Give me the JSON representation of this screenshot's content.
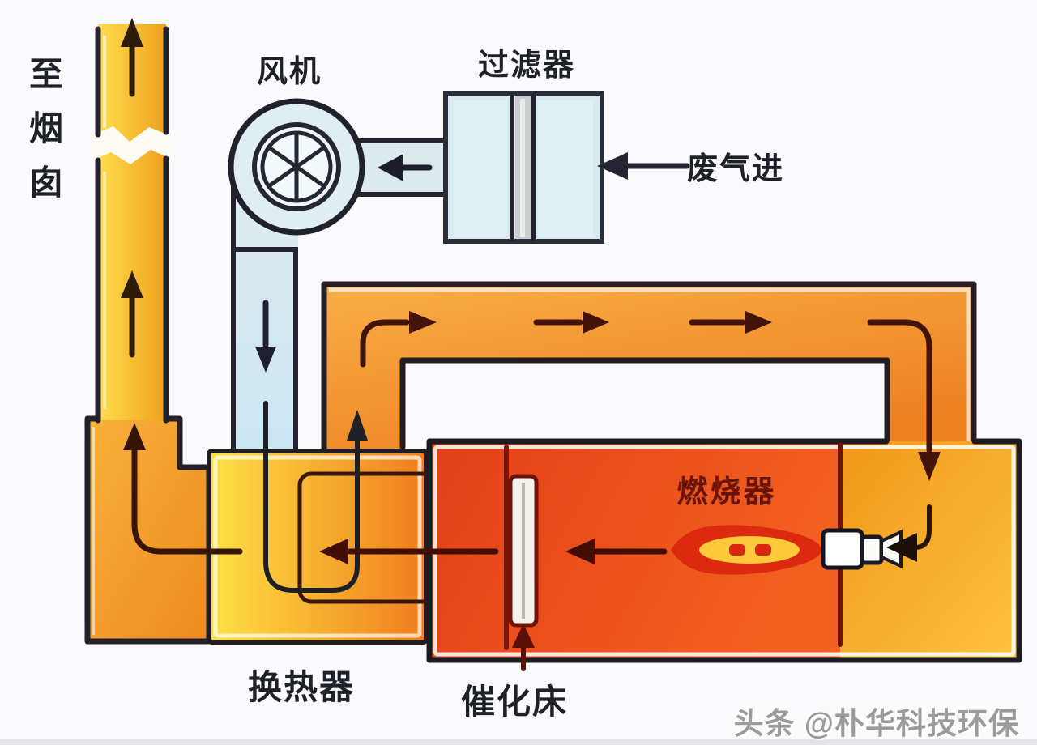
{
  "diagram": {
    "type": "catalytic-combustion-process-flow",
    "labels": {
      "chimney": "至烟囱",
      "chimney_chars": [
        "至",
        "烟",
        "囱"
      ],
      "fan": "风机",
      "filter": "过滤器",
      "waste_gas_in": "废气进",
      "burner": "燃烧器",
      "heat_exchanger": "换热器",
      "catalytic_bed": "催化床"
    },
    "watermark": "头条 @朴华科技环保",
    "palette": {
      "duct_yellow": "#FFD83F",
      "duct_orange": "#F09020",
      "chamber_red": "#E8481C",
      "chamber_amber": "#F6A71F",
      "blue_equipment": "#D9E9ED",
      "flame_red": "#DC2A10",
      "flame_yellow": "#FFC93C",
      "flow_line_dark": "#3A1606",
      "border_black": "#20202A",
      "label_text": "#1F2128",
      "burner_text": "#6A150C",
      "watermark_gray": "#9B9B9B"
    }
  }
}
